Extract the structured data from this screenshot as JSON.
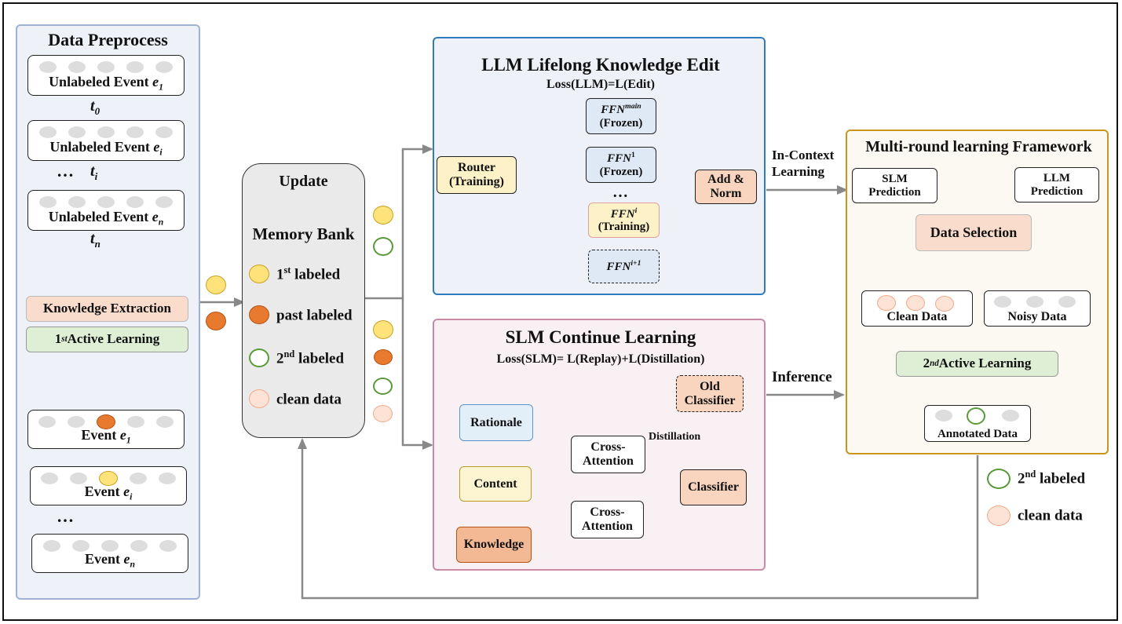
{
  "data_preprocess": {
    "title": "Data Preprocess",
    "events": [
      {
        "label": "Unlabeled Event ",
        "var": "e",
        "sub": "1",
        "time": "t",
        "time_sub": "0"
      },
      {
        "label": "Unlabeled Event ",
        "var": "e",
        "sub": "i",
        "time": "t",
        "time_sub": "i"
      },
      {
        "label": "Unlabeled Event ",
        "var": "e",
        "sub": "n",
        "time": "t",
        "time_sub": "n"
      }
    ],
    "ellipsis": "…",
    "knowledge_extraction": "Knowledge Extraction",
    "active_learning_prefix": "1",
    "active_learning_sup": "st",
    "active_learning_suffix": "Active Learning",
    "labeled_events": [
      {
        "label": "Event ",
        "var": "e",
        "sub": "1"
      },
      {
        "label": "Event ",
        "var": "e",
        "sub": "i"
      },
      {
        "label": "Event ",
        "var": "e",
        "sub": "n"
      }
    ]
  },
  "memory": {
    "update": "Update",
    "title": "Memory Bank",
    "legend": [
      {
        "text": "1",
        "sup": "st",
        "rest": " labeled",
        "kind": "yellow"
      },
      {
        "text": "past labeled",
        "sup": "",
        "rest": "",
        "kind": "orange"
      },
      {
        "text": "2",
        "sup": "nd",
        "rest": " labeled",
        "kind": "green"
      },
      {
        "text": "clean data",
        "sup": "",
        "rest": "",
        "kind": "peach"
      }
    ]
  },
  "llm": {
    "title": "LLM Lifelong Knowledge Edit",
    "loss": "Loss(LLM)=L(Edit)",
    "router": "Router\n(Training)",
    "ffn_main": {
      "name": "FFN",
      "sup": "main",
      "state": "(Frozen)"
    },
    "ffn_1": {
      "name": "FFN",
      "sup": "1",
      "state": "(Frozen)"
    },
    "ffn_i": {
      "name": "FFN",
      "sup": "i",
      "state": "(Training)"
    },
    "ffn_next": {
      "name": "FFN",
      "sup": "i+1"
    },
    "ellipsis": "…",
    "add_norm": "Add &\nNorm"
  },
  "slm": {
    "title": "SLM Continue Learning",
    "loss": "Loss(SLM)= L(Replay)+L(Distillation)",
    "rationale": "Rationale",
    "content": "Content",
    "knowledge": "Knowledge",
    "cross_attention_1": "Cross-\nAttention",
    "cross_attention_2": "Cross-\nAttention",
    "distillation": "Distillation",
    "old_classifier": "Old\nClassifier",
    "classifier": "Classifier"
  },
  "edges": {
    "in_context": "In-Context\nLearning",
    "inference": "Inference"
  },
  "multi_round": {
    "title": "Multi-round learning Framework",
    "slm_prediction": "SLM\nPrediction",
    "llm_prediction": "LLM\nPrediction",
    "data_selection": "Data Selection",
    "clean_data": "Clean Data",
    "noisy_data": "Noisy Data",
    "active_learning_prefix": "2",
    "active_learning_sup": "nd",
    "active_learning_suffix": " Active Learning",
    "annotated_data": "Annotated Data"
  },
  "bottom_legend": [
    {
      "text": "2",
      "sup": "nd",
      "rest": " labeled",
      "kind": "green"
    },
    {
      "text": "clean data",
      "sup": "",
      "rest": "",
      "kind": "peach"
    }
  ],
  "colors": {
    "preprocess_bg": "#eef1f8",
    "llm_border": "#2f7bbf",
    "slm_border": "#c88aa6",
    "framework_border": "#c8961e",
    "knowledge_extraction": "#f9dccb",
    "active_learning": "#deefd6"
  }
}
